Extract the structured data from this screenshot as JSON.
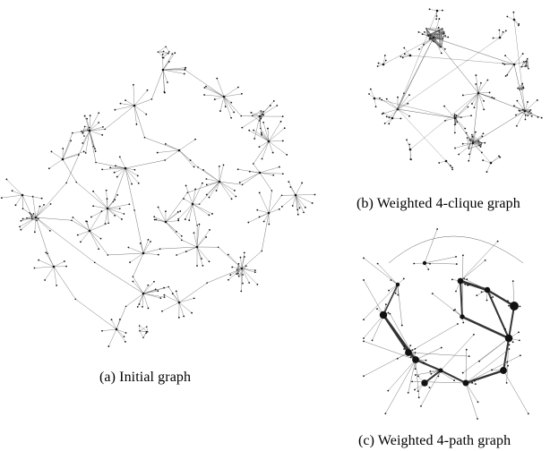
{
  "figure": {
    "panels": [
      {
        "id": "a",
        "caption": "(a)  Initial graph"
      },
      {
        "id": "b",
        "caption": "(b)  Weighted 4-clique graph"
      },
      {
        "id": "c",
        "caption": "(c)  Weighted 4-path graph"
      }
    ]
  },
  "colors": {
    "edge": "#555555",
    "node": "#111111",
    "heavy_edge": "#333333"
  }
}
